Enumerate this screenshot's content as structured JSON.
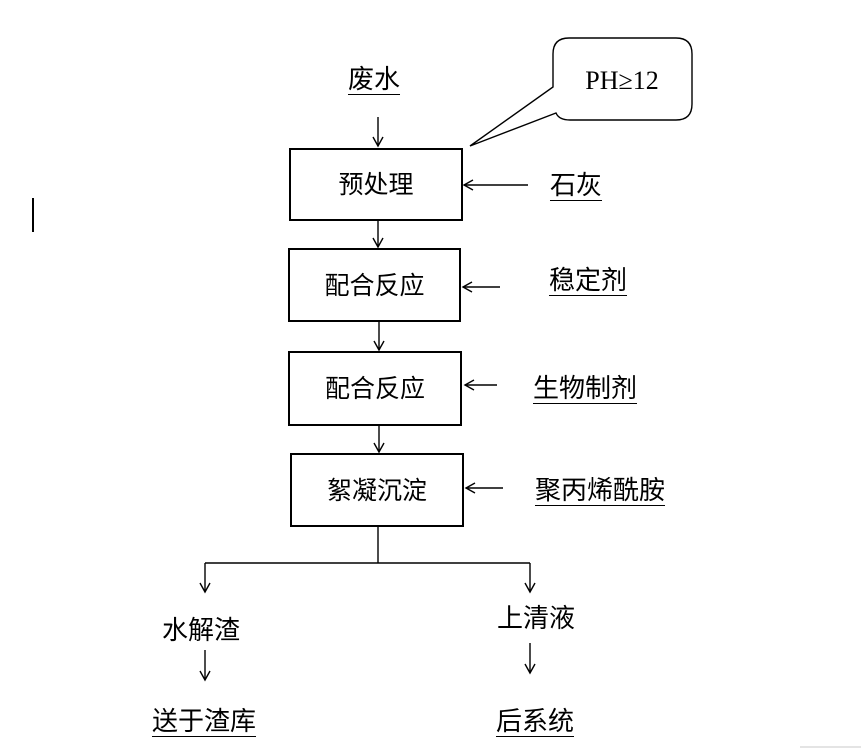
{
  "input": "废水",
  "callout": "PH≥12",
  "steps": [
    {
      "label": "预处理",
      "reagent": "石灰"
    },
    {
      "label": "配合反应",
      "reagent": "稳定剂"
    },
    {
      "label": "配合反应",
      "reagent": "生物制剂"
    },
    {
      "label": "絮凝沉淀",
      "reagent": "聚丙烯酰胺"
    }
  ],
  "outputs": [
    {
      "label": "水解渣",
      "destination": "送于渣库"
    },
    {
      "label": "上清液",
      "destination": "后系统"
    }
  ]
}
